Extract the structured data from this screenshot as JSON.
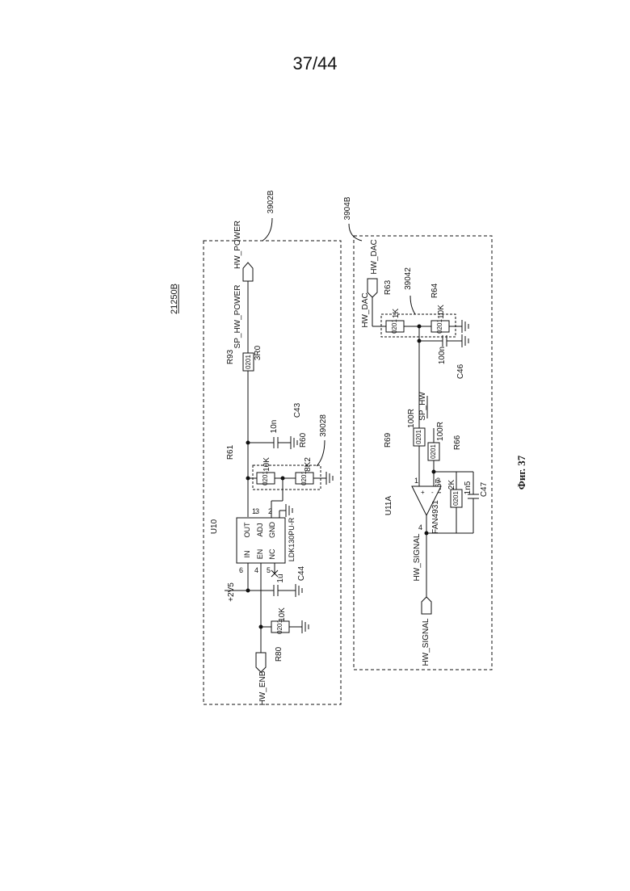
{
  "page_number": "37/44",
  "figure_caption": "Фиг. 37",
  "figure_ref": "21250B",
  "blocks": {
    "power": "3902B",
    "power_group": "39028",
    "dac": "3904B",
    "dac_group": "39042"
  },
  "nets": {
    "hw_power": "HW_POWER",
    "sp_hw_power": "SP_HW_POWER",
    "hw_enb": "HW_ENB",
    "supply": "+2V5",
    "hw_dac": "HW_DAC",
    "hw_signal": "HW_SIGNAL",
    "sp_hw": "SP_HW"
  },
  "components": {
    "R93": {
      "ref": "R93",
      "pkg": "0201",
      "value": "3R0"
    },
    "C43": {
      "ref": "C43",
      "value": "10n"
    },
    "R61": {
      "ref": "R61",
      "pkg": "0201",
      "value": "10K"
    },
    "R60": {
      "ref": "R60",
      "pkg": "0201",
      "value": "8K2"
    },
    "U10": {
      "ref": "U10",
      "part": "LDK130PU-R",
      "pins": [
        "IN",
        "EN",
        "NC",
        "OUT",
        "ADJ",
        "GND"
      ],
      "pin_numbers": [
        "6",
        "4",
        "5",
        "1",
        "3",
        "2"
      ]
    },
    "C44": {
      "ref": "C44",
      "value": "1u"
    },
    "R80": {
      "ref": "R80",
      "pkg": "0201",
      "value": "10K"
    },
    "R63": {
      "ref": "R63",
      "pkg": "0201",
      "value": "1K"
    },
    "R64": {
      "ref": "R64",
      "pkg": "0201",
      "value": "10K"
    },
    "C46": {
      "ref": "C46",
      "value": "100n"
    },
    "R69": {
      "ref": "R69",
      "pkg": "0201",
      "value": "100R"
    },
    "R66": {
      "ref": "R66",
      "pkg": "0201",
      "value": "100R"
    },
    "R67": {
      "ref": "R67",
      "pkg": "0201",
      "value": "2K"
    },
    "C47": {
      "ref": "C47",
      "value": "1n5"
    },
    "U11A": {
      "ref": "U11A",
      "part": "FAN4931",
      "pins": [
        "1",
        "3",
        "4"
      ],
      "plus": "+",
      "minus": "-"
    }
  }
}
